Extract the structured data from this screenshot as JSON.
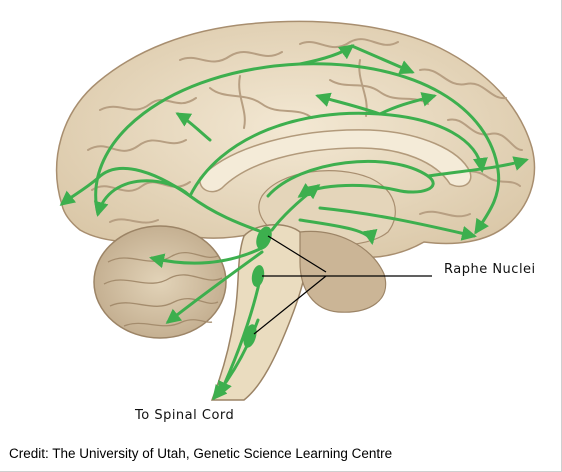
{
  "labels": {
    "raphe_nuclei": "Raphe Nuclei",
    "to_spinal_cord": "To Spinal Cord",
    "credit": "Credit: The University of Utah, Genetic Science Learning Centre"
  },
  "colors": {
    "pathway": "#3daf4e",
    "brain_tissue": "#e9dcc3",
    "sulci": "#b79f82",
    "leader_lines": "#000000"
  }
}
